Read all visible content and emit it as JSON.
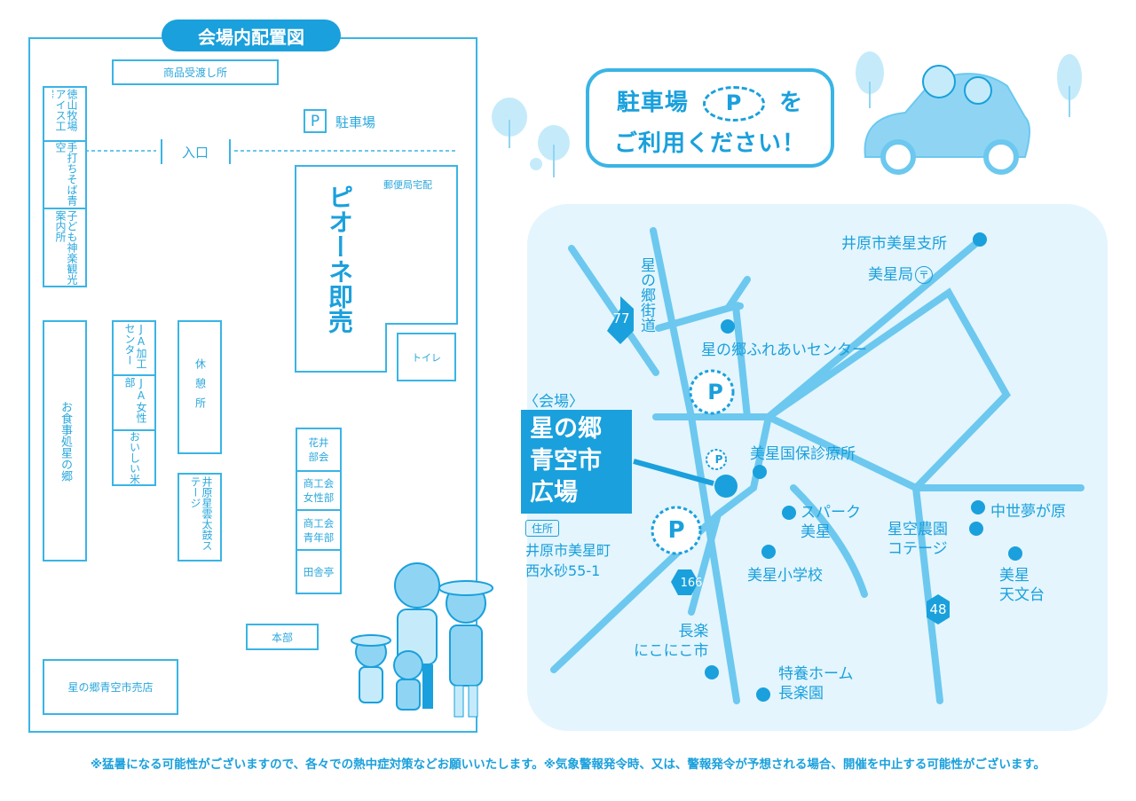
{
  "layout": {
    "title": "会場内配置図",
    "product_pickup": "商品受渡し所",
    "parking": "駐車場",
    "parking_mark": "P",
    "entrance": "入口",
    "post_office": "郵便局宅配",
    "pione": "ピオーネ即売",
    "toilet": "トイレ",
    "tokuyama": "徳山牧場アイス工房",
    "teuchi": "手打ちそば青空",
    "kodomo": "子ども神楽観光案内所",
    "dining": "お食事処星の郷",
    "ja_kako": "JA加工センター",
    "ja_josei": "JA女性部",
    "oishii": "おいしい米",
    "rest": "休憩所",
    "taiko": "井原星雲太鼓ステージ",
    "hanai": "花井部会",
    "shokokai_josei": "商工会女性部",
    "shokokai_seinen": "商工会青年部",
    "inakatei": "田舎亭",
    "honbu": "本部",
    "store": "星の郷青空市売店"
  },
  "banner": {
    "line1_pre": "駐車場",
    "line1_mark": "P",
    "line1_post": "を",
    "line2": "ご利用ください！"
  },
  "map": {
    "branch_office": "井原市美星支所",
    "post_office": "美星局",
    "post_mark": "〒",
    "kaido": "星の郷街道",
    "route77": "77",
    "route166": "166",
    "route48": "48",
    "fureai": "星の郷ふれあいセンター",
    "venue_caption": "〈会場〉",
    "venue_line1": "星の郷",
    "venue_line2": "青空市",
    "venue_line3": "広場",
    "clinic": "美星国保診療所",
    "spark": "スパーク美星",
    "spark_l1": "スパーク",
    "spark_l2": "美星",
    "school": "美星小学校",
    "chusei": "中世夢が原",
    "hoshizora_l1": "星空農園",
    "hoshizora_l2": "コテージ",
    "tenmon_l1": "美星",
    "tenmon_l2": "天文台",
    "address_label": "住所",
    "address_l1": "井原市美星町",
    "address_l2": "西水砂55-1",
    "choraku_l1": "長楽",
    "choraku_l2": "にこにこ市",
    "tokuyo_l1": "特養ホーム",
    "tokuyo_l2": "長楽園",
    "parking_mark": "P"
  },
  "footer": "※猛暑になる可能性がございますので、各々での熱中症対策などお願いいたします。※気象警報発令時、又は、警報発令が予想される場合、開催を中止する可能性がございます。",
  "colors": {
    "primary": "#1aa0dc",
    "line": "#3ab4e6",
    "road": "#6cc8ef",
    "map_bg": "#e4f5fd"
  }
}
